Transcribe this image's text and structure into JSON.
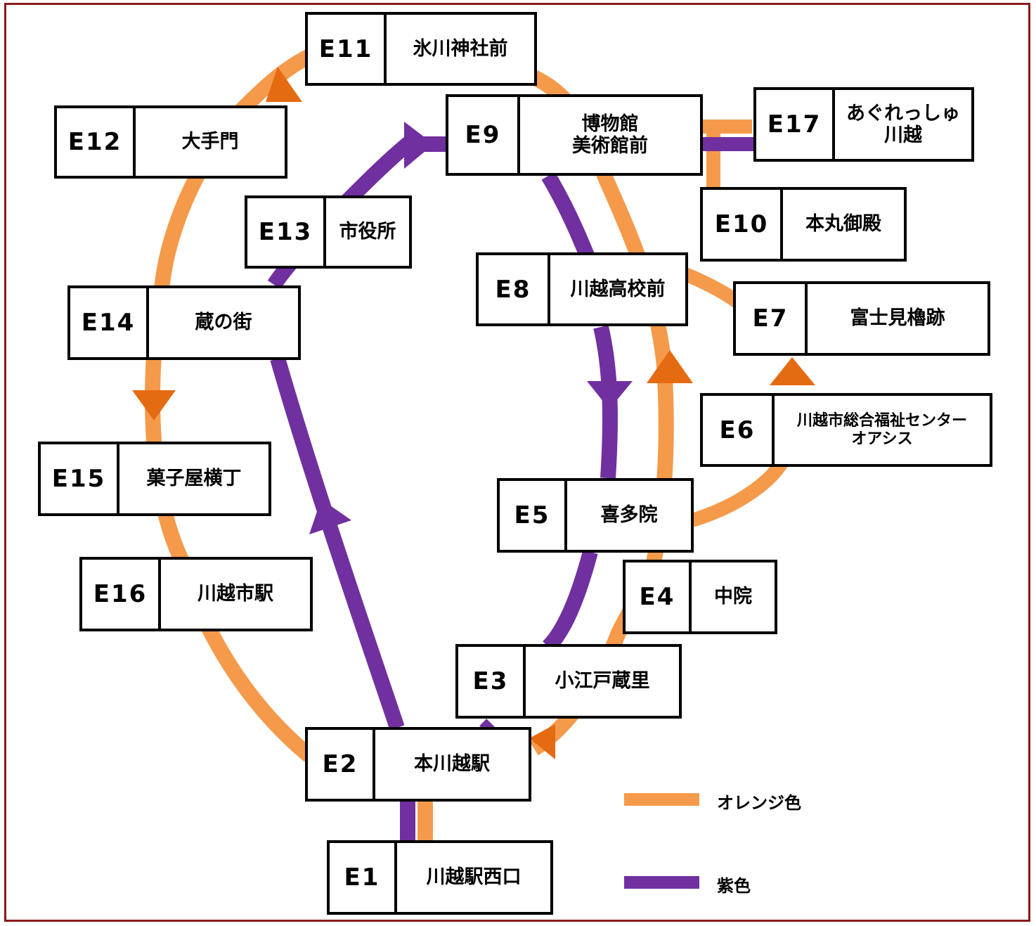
{
  "colors": {
    "orange": "#f59a4a",
    "orange_arrow": "#e56b12",
    "purple": "#7030a0",
    "frame": "#8b1a1a"
  },
  "stops": {
    "E1": {
      "code": "E1",
      "name": "川越駅西口"
    },
    "E2": {
      "code": "E2",
      "name": "本川越駅"
    },
    "E3": {
      "code": "E3",
      "name": "小江戸蔵里"
    },
    "E4": {
      "code": "E4",
      "name": "中院"
    },
    "E5": {
      "code": "E5",
      "name": "喜多院"
    },
    "E6": {
      "code": "E6",
      "name": "川越市総合福祉センター\nオアシス"
    },
    "E7": {
      "code": "E7",
      "name": "富士見櫓跡"
    },
    "E8": {
      "code": "E8",
      "name": "川越高校前"
    },
    "E9": {
      "code": "E9",
      "name": "博物館\n美術館前"
    },
    "E10": {
      "code": "E10",
      "name": "本丸御殿"
    },
    "E11": {
      "code": "E11",
      "name": "氷川神社前"
    },
    "E12": {
      "code": "E12",
      "name": "大手門"
    },
    "E13": {
      "code": "E13",
      "name": "市役所"
    },
    "E14": {
      "code": "E14",
      "name": "蔵の街"
    },
    "E15": {
      "code": "E15",
      "name": "菓子屋横丁"
    },
    "E16": {
      "code": "E16",
      "name": "川越市駅"
    },
    "E17": {
      "code": "E17",
      "name": "あぐれっしゅ\n川越"
    }
  },
  "legend": {
    "orange_label": "オレンジ色",
    "purple_label": "紫色"
  }
}
